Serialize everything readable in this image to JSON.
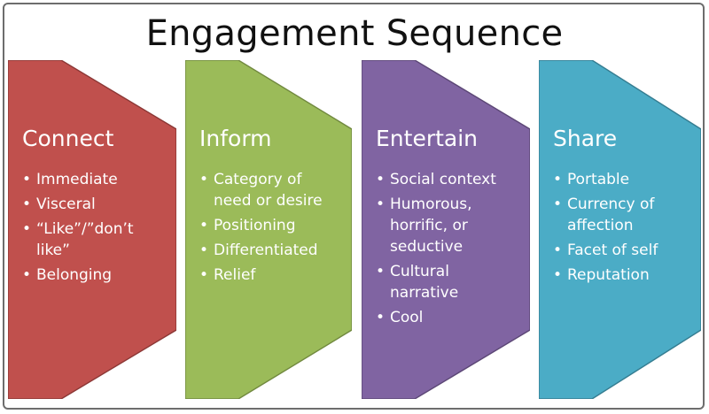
{
  "title": "Engagement Sequence",
  "colors": {
    "connect": "#C0504D",
    "inform": "#9BBB59",
    "entertain": "#8064A2",
    "share": "#4BACC6"
  },
  "stages": [
    {
      "title": "Connect",
      "bullets": [
        "Immediate",
        "Visceral",
        "“Like”/”don’t like”",
        "Belonging"
      ]
    },
    {
      "title": "Inform",
      "bullets": [
        "Category of need or desire",
        "Positioning",
        "Differentiated",
        "Relief"
      ]
    },
    {
      "title": "Entertain",
      "bullets": [
        "Social context",
        "Humorous, horrific, or seductive",
        "Cultural narrative",
        "Cool"
      ]
    },
    {
      "title": "Share",
      "bullets": [
        "Portable",
        "Currency of affection",
        "Facet of self",
        "Reputation"
      ]
    }
  ]
}
